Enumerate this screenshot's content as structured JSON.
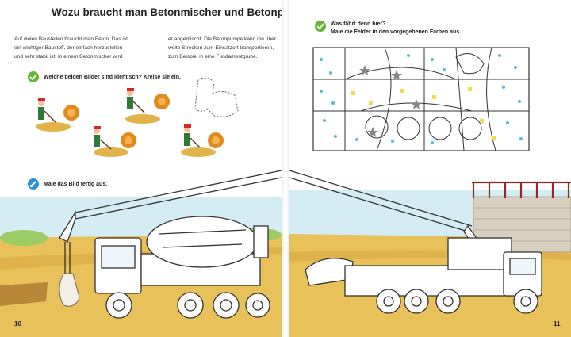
{
  "left_page": {
    "title": "Wozu braucht man Betonmischer und Betonpumpe?",
    "intro_left": "Auf vielen Baustellen braucht man Beton. Das ist\nein wichtiger Baustoff, der einfach herzustellen\nund sehr stabil ist. In einem Betonmischer wird",
    "intro_right": "er angemischt. Die Betonpumpe kann ihn über\nweite Strecken zum Einsatzort transportieren,\nzum Beispiel in eine Fundamentgrube.",
    "task_identical": "Welche beiden Bilder sind identisch? Kreise sie ein.",
    "task_paint": "Male das Bild fertig aus.",
    "page_number": "10"
  },
  "right_page": {
    "task_line1": "Was fährt denn hier?",
    "task_line2": "Male die Felder in den vorgegebenen Farben aus.",
    "page_number": "11"
  },
  "colors": {
    "sky": "#d4ecf4",
    "ground": "#e8c15a",
    "wall": "#d8cfbf",
    "scaffold": "#8b2f24",
    "task_icon_green": "#62b832",
    "task_icon_blue": "#2f8fd6",
    "dot_blue": "#55b9d9",
    "dot_yellow": "#f2dc4b",
    "star_gray": "#888888"
  },
  "icons": [
    "task-icon-green",
    "task-icon-blue",
    "star-icon"
  ]
}
